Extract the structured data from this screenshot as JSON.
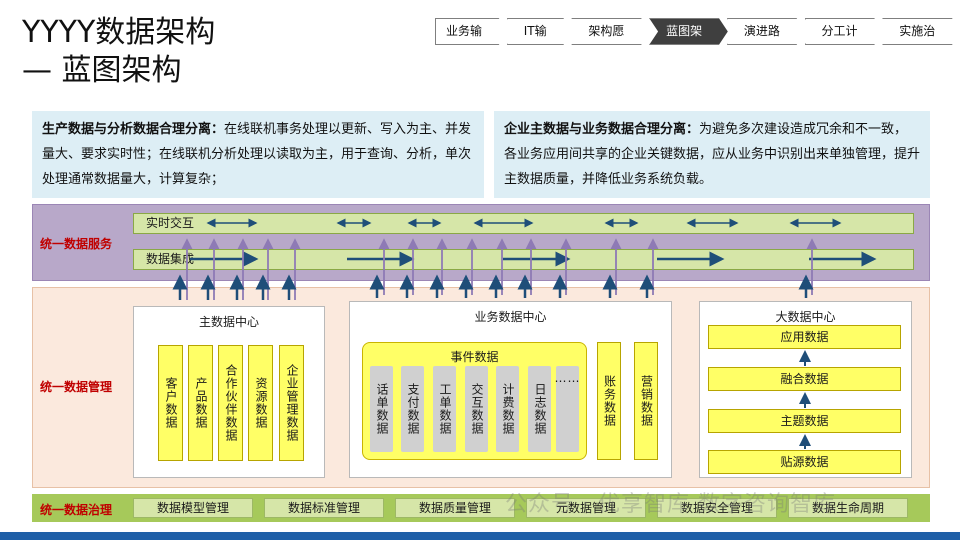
{
  "title": {
    "line1": "YYYY数据架构",
    "line2": "— 蓝图架构"
  },
  "nav": {
    "steps": [
      "业务输入",
      "IT输入",
      "架构愿景",
      "蓝图架构",
      "演进路线",
      "分工计划",
      "实施治理"
    ],
    "active_index": 3
  },
  "principles": {
    "left": {
      "bold": "生产数据与分析数据合理分离：",
      "text": "在线联机事务处理以更新、写入为主、并发量大、要求实时性；在线联机分析处理以读取为主，用于查询、分析，单次处理通常数据量大，计算复杂；"
    },
    "right": {
      "bold": "企业主数据与业务数据合理分离：",
      "text": "为避免多次建设造成冗余和不一致，各业务应用间共享的企业关键数据，应从业务中识别出来单独管理，提升主数据质量，并降低业务系统负载。"
    }
  },
  "service": {
    "label": "统一数据服务",
    "realtime": "实时交互",
    "integration": "数据集成"
  },
  "management": {
    "label": "统一数据管理",
    "master": {
      "title": "主数据中心",
      "items": [
        "客户数据",
        "产品数据",
        "合作伙伴数据",
        "资源数据",
        "企业管理数据"
      ]
    },
    "business": {
      "title": "业务数据中心",
      "event_title": "事件数据",
      "events": [
        "话单数据",
        "支付数据",
        "工单数据",
        "交互数据",
        "计费数据",
        "日志数据",
        "……"
      ],
      "others": [
        "账务数据",
        "营销数据"
      ]
    },
    "bigdata": {
      "title": "大数据中心",
      "items": [
        "应用数据",
        "融合数据",
        "主题数据",
        "贴源数据"
      ]
    }
  },
  "governance": {
    "label": "统一数据治理",
    "items": [
      "数据模型管理",
      "数据标准管理",
      "数据质量管理",
      "元数据管理",
      "数据安全管理",
      "数据生命周期"
    ]
  },
  "watermark": "公众号 · 优享智库  数字咨询智库",
  "colors": {
    "accent_red": "#c00000",
    "service_band": "#b8a8c9",
    "manage_band": "#fbe9dd",
    "gov_band": "#a6c95a",
    "yellow": "#ffff66",
    "arrow_blue": "#1f4e79",
    "arrow_purple": "#8e7ab5"
  }
}
